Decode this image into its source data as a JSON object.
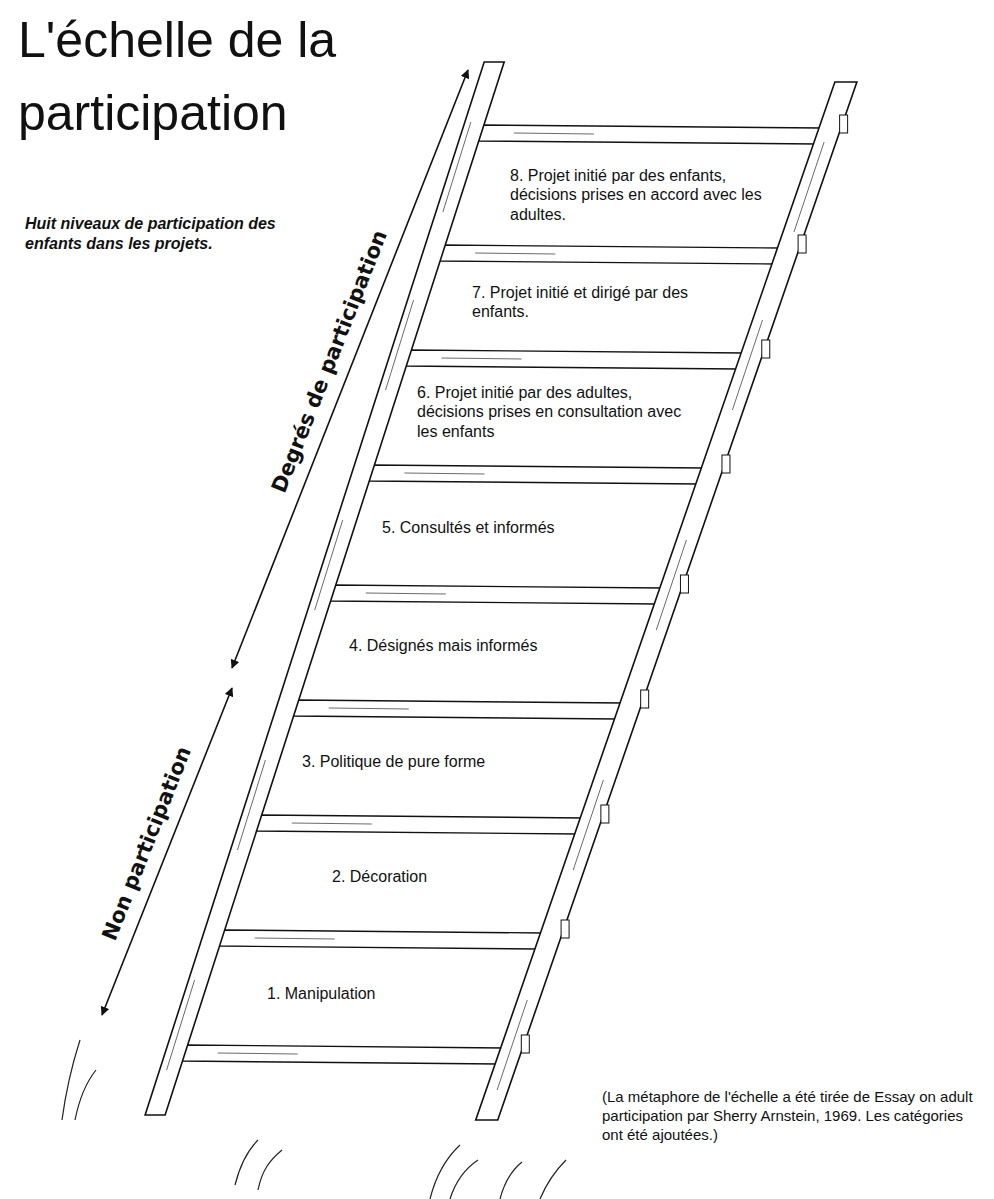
{
  "diagram": {
    "title": "L'échelle de la participation",
    "caption": "(La métaphore de l'échelle a été tirée de Essay on adult participation par Sherry Arnstein, 1969. Les catégories ont été ajoutées.)",
    "nodes": [
      {
        "text": [
          "8. Projet initié par des enfants, décisions prises en accord avec les adultes."
        ]
      },
      {
        "text": [
          "7. Projet initié et dirigé par des enfants."
        ]
      },
      {
        "text": [
          "6. Projet initié par des adultes, décisions prises en consultation avec les enfants"
        ]
      },
      {
        "text": [
          "5. Consultés et informés"
        ]
      },
      {
        "text": [
          "4. Désignés mais informés"
        ]
      },
      {
        "text": [
          "3. Politique de pure forme"
        ]
      },
      {
        "text": [
          "2. Décoration"
        ]
      },
      {
        "text": [
          "1. Manipulation"
        ]
      }
    ],
    "labels": [
      "Huit niveaux de participation des enfants dans les projets.",
      "Degrés de participation",
      "Non participation"
    ]
  }
}
